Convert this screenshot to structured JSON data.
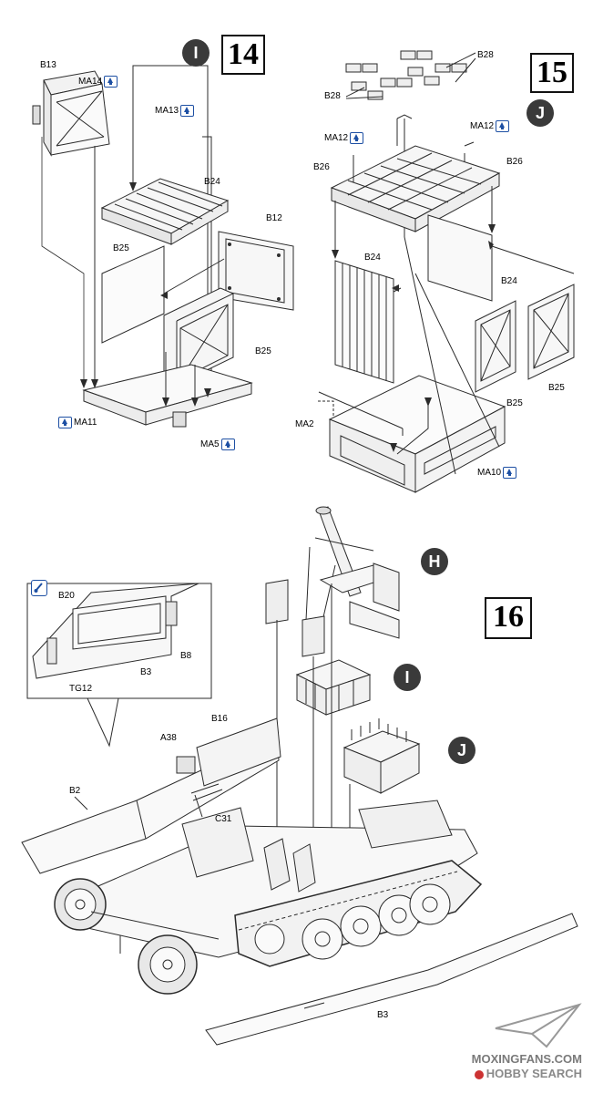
{
  "steps": {
    "s14": {
      "number": "14",
      "subassembly_badge": "I",
      "parts": [
        "B13",
        "B24",
        "B12",
        "B25",
        "B25"
      ],
      "materials": [
        "MA14",
        "MA13",
        "MA11",
        "MA5"
      ]
    },
    "s15": {
      "number": "15",
      "subassembly_badge": "J",
      "parts": [
        "B28",
        "B28",
        "B26",
        "B26",
        "B24",
        "B24",
        "B25",
        "B25"
      ],
      "materials": [
        "MA12",
        "MA12",
        "MA2",
        "MA10"
      ]
    },
    "s16": {
      "number": "16",
      "badges": [
        "H",
        "I",
        "J"
      ],
      "parts": [
        "B20",
        "B8",
        "B3",
        "TG12",
        "B16",
        "A38",
        "B2",
        "C31",
        "B3"
      ]
    }
  },
  "watermark": {
    "line1": "MOXINGFANS.COM",
    "line2": "HOBBY SEARCH"
  },
  "colors": {
    "line": "#2b2b2b",
    "badge_fill": "#3a3a3a",
    "icon_blue": "#1d4fa3"
  }
}
